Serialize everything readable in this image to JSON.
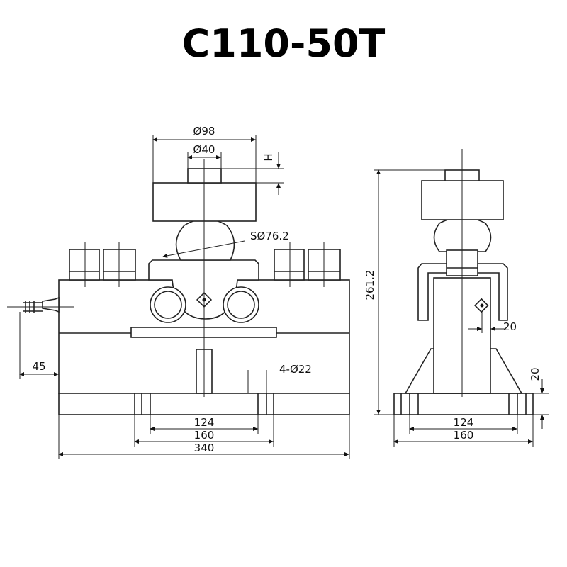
{
  "title": "C110-50T",
  "front_view": {
    "dim_top_outer": "Ø98",
    "dim_top_inner": "Ø40",
    "dim_height_mark": "H",
    "dim_sphere": "SØ76.2",
    "dim_cable": "45",
    "dim_holes": "4-Ø22",
    "dim_base_inner": "124",
    "dim_base_outer": "160",
    "dim_overall": "340"
  },
  "side_view": {
    "dim_height": "261.2",
    "dim_offset": "20",
    "dim_base_thickness": "20",
    "dim_base_inner": "124",
    "dim_base_outer": "160"
  }
}
